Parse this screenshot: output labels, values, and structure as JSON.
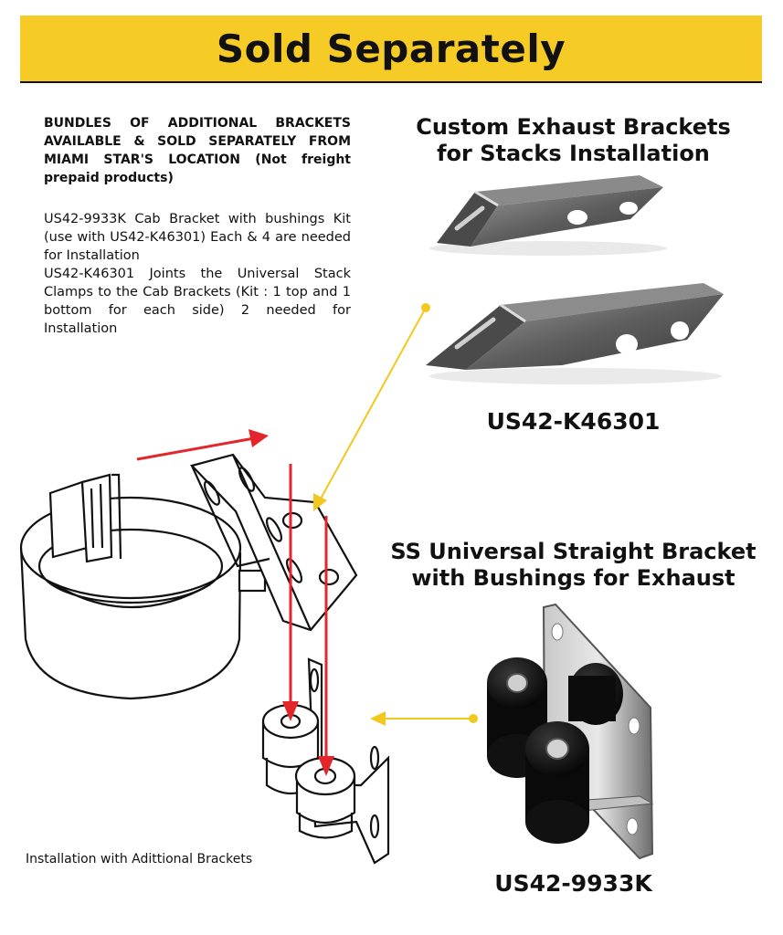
{
  "banner": {
    "title": "Sold Separately",
    "color": "#f7cb25"
  },
  "intro": "BUNDLES OF ADDITIONAL BRACKETS AVAILABLE & SOLD SEPARATELY FROM MIAMI STAR'S LOCATION (Not freight prepaid products)",
  "description": [
    "US42-9933K Cab Bracket with bushings Kit (use with US42-K46301) Each & 4 are needed for Installation",
    "US42-K46301 Joints the Universal Stack Clamps to the Cab Brackets (Kit : 1 top and 1 bottom for each side) 2 needed for Installation"
  ],
  "products": [
    {
      "heading": "Custom Exhaust Brackets for Stacks Installation",
      "part_number": "US42-K46301"
    },
    {
      "heading": "SS Universal Straight Bracket with Bushings for Exhaust",
      "part_number": "US42-9933K"
    }
  ],
  "caption": "Installation with Adittional Brackets",
  "colors": {
    "arrow_red": "#e3262b",
    "pointer_yellow": "#f2c81f"
  }
}
